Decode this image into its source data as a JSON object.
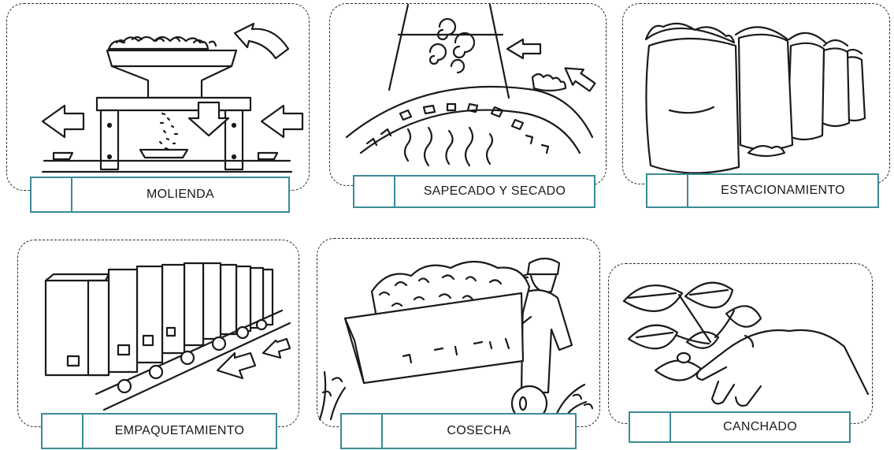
{
  "cards": [
    {
      "label": "MOLIENDA",
      "illustration": "mill-grinder-icon",
      "number": ""
    },
    {
      "label": "SAPECADO Y SECADO",
      "illustration": "fire-drum-icon",
      "number": ""
    },
    {
      "label": "ESTACIONAMIENTO",
      "illustration": "sacks-icon",
      "number": ""
    },
    {
      "label": "EMPAQUETAMIENTO",
      "illustration": "conveyor-packages-icon",
      "number": ""
    },
    {
      "label": "COSECHA",
      "illustration": "harvest-cart-icon",
      "number": ""
    },
    {
      "label": "CANCHADO",
      "illustration": "hand-leaves-icon",
      "number": ""
    }
  ],
  "colors": {
    "label_border": "#3b8a99",
    "line": "#1a1a1a"
  }
}
